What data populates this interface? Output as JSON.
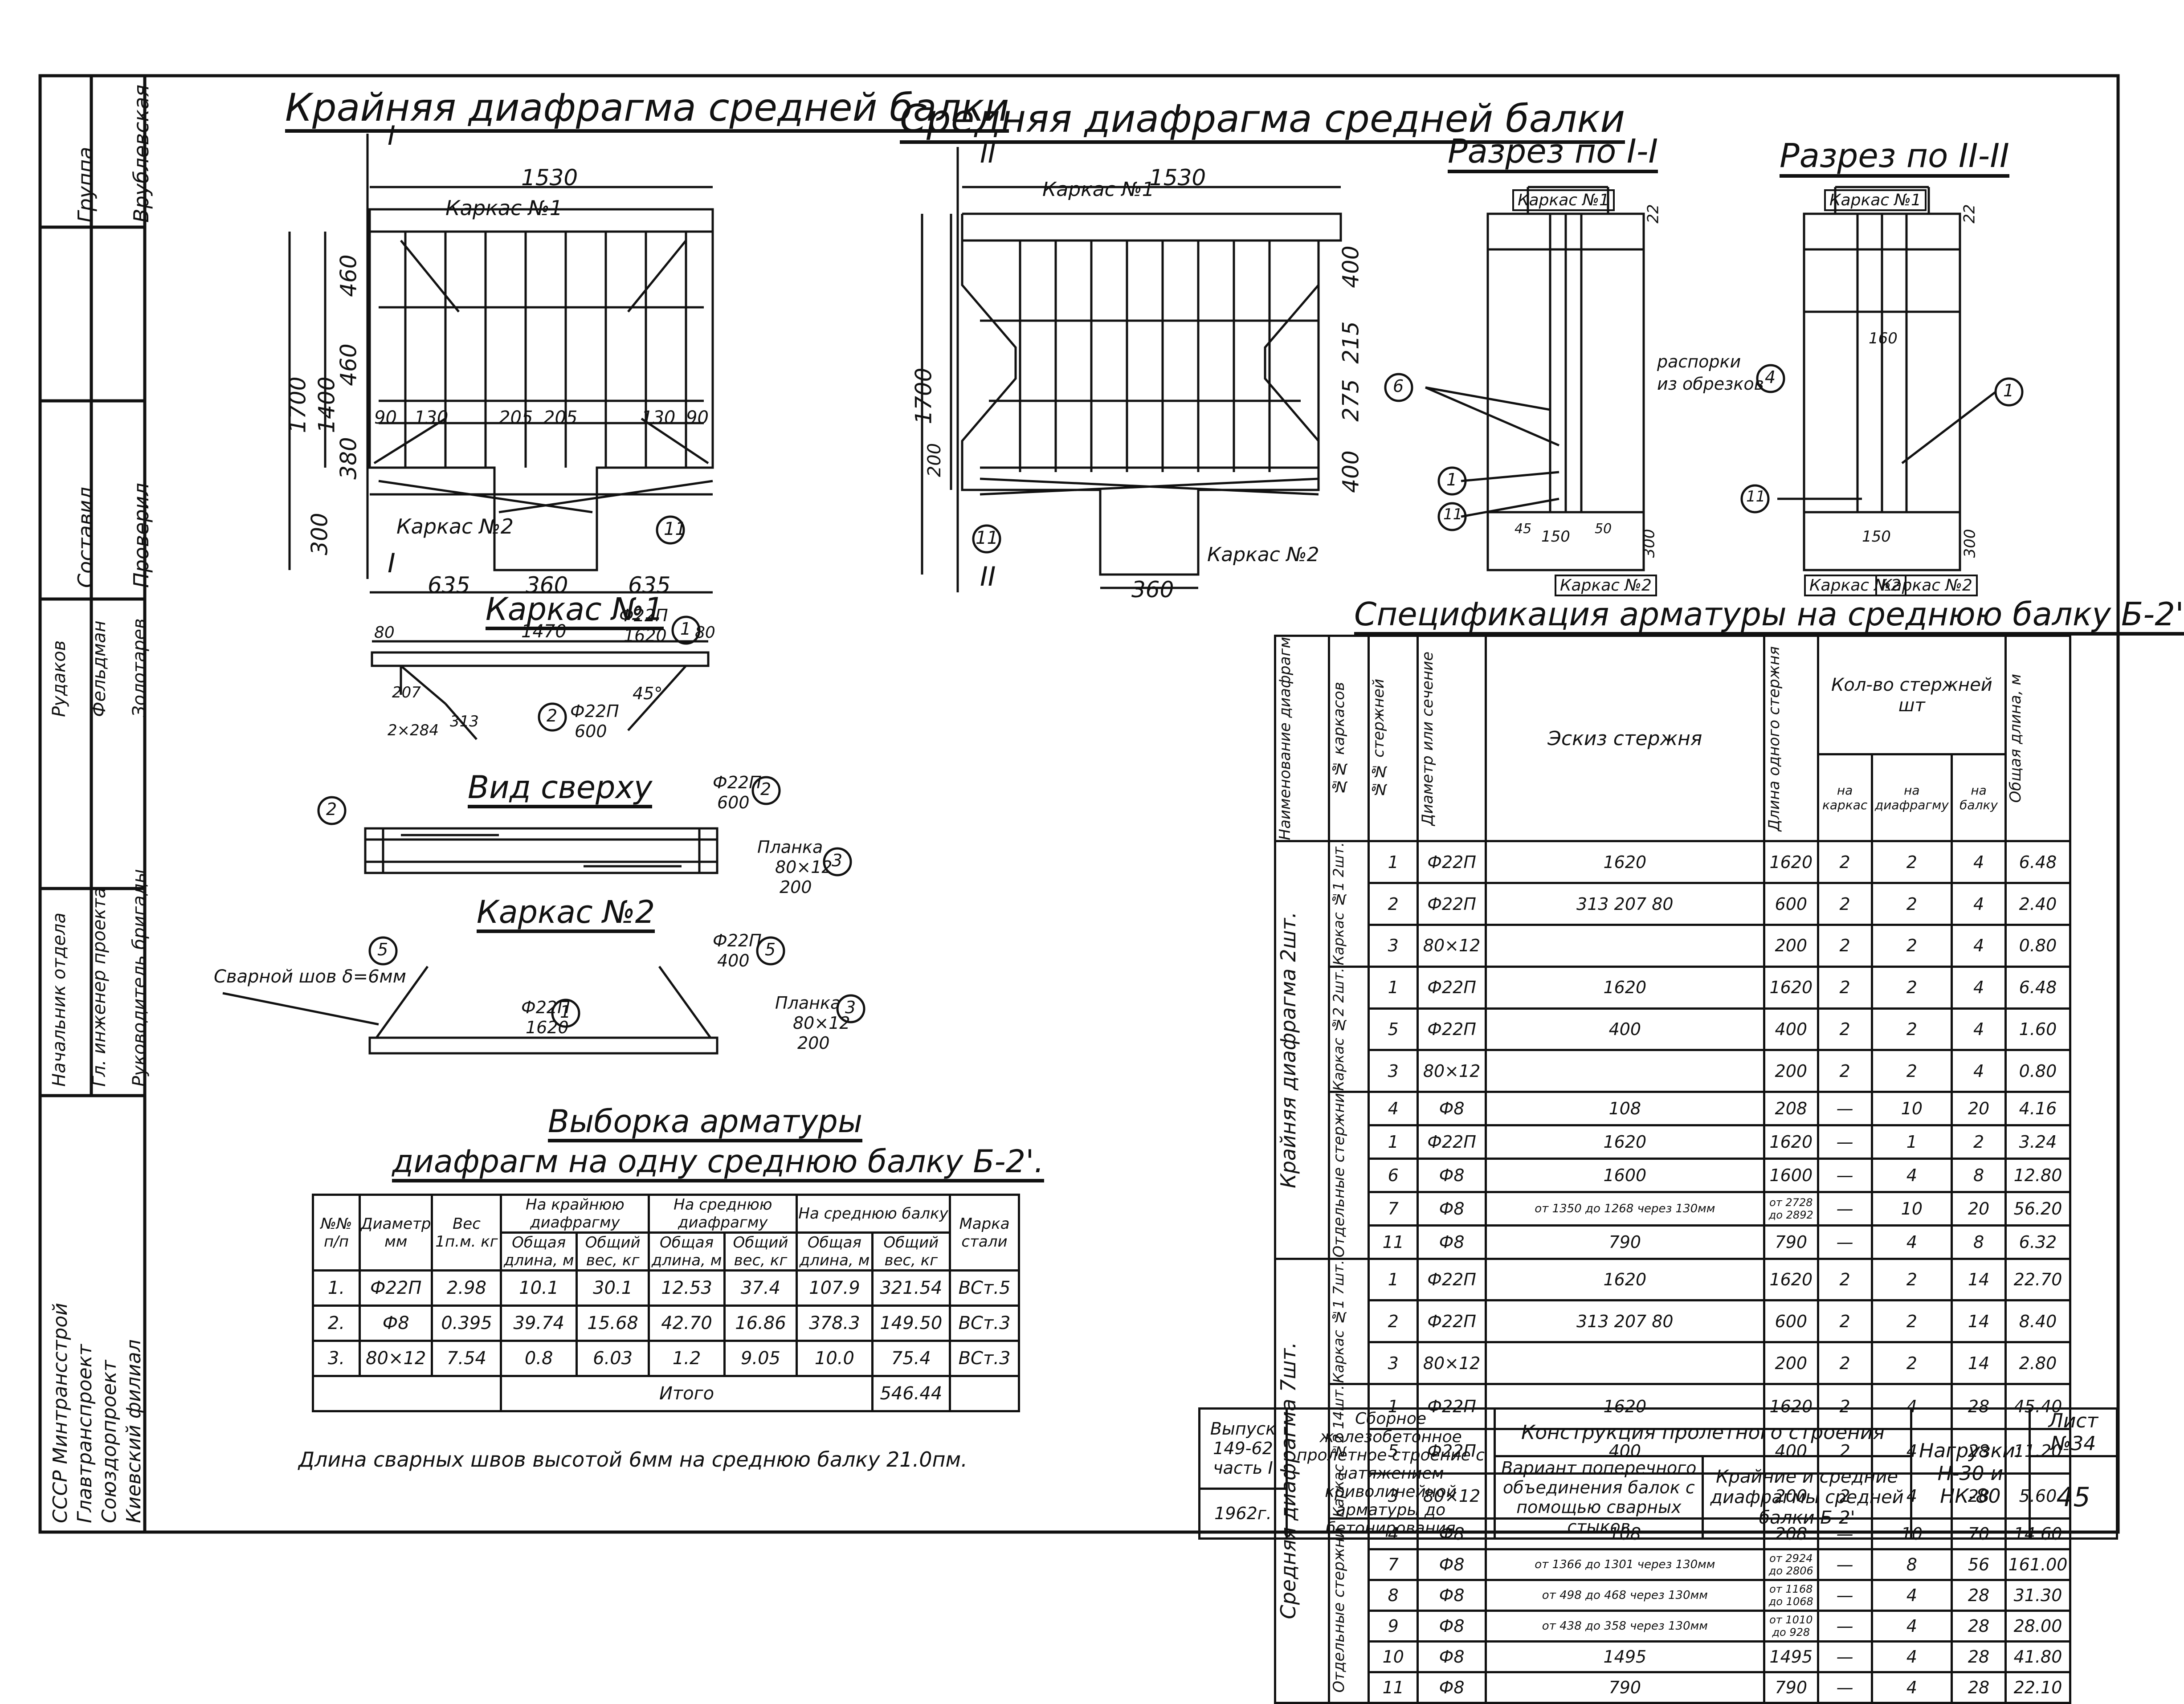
{
  "titles": {
    "edge_diaphragm": "Крайняя диафрагма средней балки",
    "middle_diaphragm": "Средняя диафрагма средней балки",
    "section_1": "Разрез по I-I",
    "section_2": "Разрез по II-II",
    "frame_1": "Каркас №1",
    "top_view": "Вид сверху",
    "frame_2": "Каркас №2",
    "spec": "Спецификация арматуры на среднюю балку Б-2'",
    "selection_line1": "Выборка арматуры",
    "selection_line2": "диафрагм на одну среднюю балку Б-2'."
  },
  "dims_edge": {
    "width_top": "1530",
    "height_total": "1700",
    "h1": "460",
    "h2": "460",
    "h3": "1400",
    "h4": "380",
    "h5": "300",
    "b1": "635",
    "b2": "360",
    "b3": "635",
    "a1": "90",
    "a2": "130",
    "a3": "205",
    "a4": "205",
    "a5": "130",
    "a6": "90",
    "frame1_label": "Каркас №1",
    "frame2_label": "Каркас №2",
    "circle_11": "11",
    "section_mark": "I"
  },
  "dims_middle": {
    "width_top": "1530",
    "height_total": "1700",
    "h1": "400",
    "h2": "215",
    "h3": "275",
    "h4": "400",
    "h5": "200",
    "b1": "360",
    "frame1_label": "Каркас №1",
    "frame2_label": "Каркас №2",
    "circle_11": "11",
    "section_mark": "II"
  },
  "section_notes": {
    "s1_frame1": "Каркас №1",
    "s1_frame2": "Каркас №2",
    "s2_frame1": "Каркас №1",
    "s2_frame2": "Каркас №2",
    "s2_frame2b": "Каркас №2",
    "spacer": "распорки",
    "spacer2": "из обрезков",
    "c6": "6",
    "c4": "4",
    "c1": "1",
    "c11": "11",
    "d150": "150",
    "d300": "300",
    "d22": "22",
    "d160": "160",
    "d45": "45",
    "d50": "50"
  },
  "frame1_labels": {
    "len": "1470",
    "d80a": "80",
    "d80b": "80",
    "bar1": "Ф22П",
    "bar1_len": "1620",
    "bar2": "Ф22П",
    "bar2_len": "600",
    "angle": "45°",
    "d207": "207",
    "d313": "313",
    "d284": "2×284",
    "c1": "1",
    "c2": "2"
  },
  "top_view_labels": {
    "bar2": "Ф22П",
    "bar2_len": "600",
    "plate": "Планка",
    "plate_size": "80×12",
    "plate_len": "200",
    "c2a": "2",
    "c2b": "2",
    "c3": "3"
  },
  "frame2_labels": {
    "weld": "Сварной шов δ=6мм",
    "bar5": "Ф22П",
    "bar5_len": "400",
    "bar1": "Ф22П",
    "bar1_len": "1620",
    "plate": "Планка",
    "plate_size": "80×12",
    "plate_len": "200",
    "c5a": "5",
    "c5b": "5",
    "c1": "1",
    "c3": "3"
  },
  "selection": {
    "headers": {
      "num": "№№ п/п",
      "diameter": "Диаметр мм",
      "weight": "Вес 1п.м. кг",
      "edge": "На крайнюю диафрагму",
      "middle": "На среднюю диафрагму",
      "beam": "На среднюю балку",
      "length": "Общая длина, м",
      "wt": "Общий вес, кг",
      "steel": "Марка стали"
    },
    "rows": [
      {
        "n": "1.",
        "d": "Ф22П",
        "w": "2.98",
        "l1": "10.1",
        "w1": "30.1",
        "l2": "12.53",
        "w2": "37.4",
        "l3": "107.9",
        "w3": "321.54",
        "s": "ВСт.5"
      },
      {
        "n": "2.",
        "d": "Ф8",
        "w": "0.395",
        "l1": "39.74",
        "w1": "15.68",
        "l2": "42.70",
        "w2": "16.86",
        "l3": "378.3",
        "w3": "149.50",
        "s": "ВСт.3"
      },
      {
        "n": "3.",
        "d": "80×12",
        "w": "7.54",
        "l1": "0.8",
        "w1": "6.03",
        "l2": "1.2",
        "w2": "9.05",
        "l3": "10.0",
        "w3": "75.4",
        "s": "ВСт.3"
      }
    ],
    "total_label": "Итого",
    "total_value": "546.44"
  },
  "weld_note": "Длина сварных швов высотой 6мм на среднюю балку 21.0пм.",
  "spec": {
    "headers": {
      "name": "Наименование диафрагм",
      "frame": "№№ каркасов",
      "bar_no": "№№ стержней",
      "diam": "Диаметр или сечение",
      "sketch": "Эскиз стержня",
      "len": "Длина одного стержня",
      "count": "Кол-во стержней шт",
      "per_frame": "на каркас",
      "per_diaph": "на диафрагму",
      "per_beam": "на балку",
      "total": "Общая длина, м"
    },
    "group1": "Крайняя диафрагма 2шт.",
    "group2": "Средняя диафрагма 7шт.",
    "sub_frame1_a": "Каркас №1 2шт.",
    "sub_frame2_a": "Каркас №2 2шт.",
    "sub_sep_a": "Отдельные стержни",
    "sub_frame1_b": "Каркас №1 7шт.",
    "sub_frame2_b": "Каркас №2 14шт.",
    "sub_sep_b": "Отдельные стержни",
    "rows": [
      {
        "no": "1",
        "d": "Ф22П",
        "sk": "1620",
        "l": "1620",
        "c1": "2",
        "c2": "2",
        "c3": "4",
        "t": "6.48"
      },
      {
        "no": "2",
        "d": "Ф22П",
        "sk": "313 207 80",
        "l": "600",
        "c1": "2",
        "c2": "2",
        "c3": "4",
        "t": "2.40"
      },
      {
        "no": "3",
        "d": "80×12",
        "sk": "",
        "l": "200",
        "c1": "2",
        "c2": "2",
        "c3": "4",
        "t": "0.80"
      },
      {
        "no": "1",
        "d": "Ф22П",
        "sk": "1620",
        "l": "1620",
        "c1": "2",
        "c2": "2",
        "c3": "4",
        "t": "6.48"
      },
      {
        "no": "5",
        "d": "Ф22П",
        "sk": "400",
        "l": "400",
        "c1": "2",
        "c2": "2",
        "c3": "4",
        "t": "1.60"
      },
      {
        "no": "3",
        "d": "80×12",
        "sk": "",
        "l": "200",
        "c1": "2",
        "c2": "2",
        "c3": "4",
        "t": "0.80"
      },
      {
        "no": "4",
        "d": "Ф8",
        "sk": "108",
        "l": "208",
        "c1": "—",
        "c2": "10",
        "c3": "20",
        "t": "4.16"
      },
      {
        "no": "1",
        "d": "Ф22П",
        "sk": "1620",
        "l": "1620",
        "c1": "—",
        "c2": "1",
        "c3": "2",
        "t": "3.24"
      },
      {
        "no": "6",
        "d": "Ф8",
        "sk": "1600",
        "l": "1600",
        "c1": "—",
        "c2": "4",
        "c3": "8",
        "t": "12.80"
      },
      {
        "no": "7",
        "d": "Ф8",
        "sk": "от 1350 до 1268 через 130мм",
        "l": "от 2728 до 2892",
        "c1": "—",
        "c2": "10",
        "c3": "20",
        "t": "56.20"
      },
      {
        "no": "11",
        "d": "Ф8",
        "sk": "790",
        "l": "790",
        "c1": "—",
        "c2": "4",
        "c3": "8",
        "t": "6.32"
      },
      {
        "no": "1",
        "d": "Ф22П",
        "sk": "1620",
        "l": "1620",
        "c1": "2",
        "c2": "2",
        "c3": "14",
        "t": "22.70"
      },
      {
        "no": "2",
        "d": "Ф22П",
        "sk": "313 207 80",
        "l": "600",
        "c1": "2",
        "c2": "2",
        "c3": "14",
        "t": "8.40"
      },
      {
        "no": "3",
        "d": "80×12",
        "sk": "",
        "l": "200",
        "c1": "2",
        "c2": "2",
        "c3": "14",
        "t": "2.80"
      },
      {
        "no": "1",
        "d": "Ф22П",
        "sk": "1620",
        "l": "1620",
        "c1": "2",
        "c2": "4",
        "c3": "28",
        "t": "45.40"
      },
      {
        "no": "5",
        "d": "Ф22П",
        "sk": "400",
        "l": "400",
        "c1": "2",
        "c2": "4",
        "c3": "28",
        "t": "11.20"
      },
      {
        "no": "3",
        "d": "80×12",
        "sk": "",
        "l": "200",
        "c1": "2",
        "c2": "4",
        "c3": "28",
        "t": "5.60"
      },
      {
        "no": "4",
        "d": "Ф8",
        "sk": "108",
        "l": "208",
        "c1": "—",
        "c2": "10",
        "c3": "70",
        "t": "14.60"
      },
      {
        "no": "7",
        "d": "Ф8",
        "sk": "от 1366 до 1301 через 130мм",
        "l": "от 2924 до 2806",
        "c1": "—",
        "c2": "8",
        "c3": "56",
        "t": "161.00"
      },
      {
        "no": "8",
        "d": "Ф8",
        "sk": "от 498 до 468 через 130мм",
        "l": "от 1168 до 1068",
        "c1": "—",
        "c2": "4",
        "c3": "28",
        "t": "31.30"
      },
      {
        "no": "9",
        "d": "Ф8",
        "sk": "от 438 до 358 через 130мм",
        "l": "от 1010 до 928",
        "c1": "—",
        "c2": "4",
        "c3": "28",
        "t": "28.00"
      },
      {
        "no": "10",
        "d": "Ф8",
        "sk": "1495",
        "l": "1495",
        "c1": "—",
        "c2": "4",
        "c3": "28",
        "t": "41.80"
      },
      {
        "no": "11",
        "d": "Ф8",
        "sk": "790",
        "l": "790",
        "c1": "—",
        "c2": "4",
        "c3": "28",
        "t": "22.10"
      }
    ]
  },
  "sidebar": {
    "r1_role": "Группа",
    "r1_name": "Врублевская",
    "r2_role": "Составил",
    "r2_role2": "Проверил",
    "r3_name1": "Рудаков",
    "r3_name2": "Фельдман",
    "r3_name3": "Золотарев",
    "r4_role1": "Начальник отдела",
    "r4_role2": "Гл. инженер проекта",
    "r4_role3": "Руководитель бригады",
    "org1": "СССР Минтрансстрой",
    "org2": "Главтранспроект",
    "org3": "Союздорпроект",
    "org4": "Киевский филиал"
  },
  "stamp": {
    "issue": "Выпуск 149-62 часть I",
    "year": "1962г.",
    "desc": "Сборное железобетонное пролетное строение с натяжением криволинейной арматуры до бетонирования",
    "construction": "Конструкция пролетного строения",
    "variant": "Вариант поперечного объединения балок с помощью сварных стыков",
    "diaphragms": "Крайние и средние диафрагмы средней балки Б-2'",
    "loads_label": "Нагрузки:",
    "loads_value1": "Н-30 и",
    "loads_value2": "НК-80",
    "sheet_label": "Лист",
    "sheet_no": "№34",
    "page": "45"
  }
}
